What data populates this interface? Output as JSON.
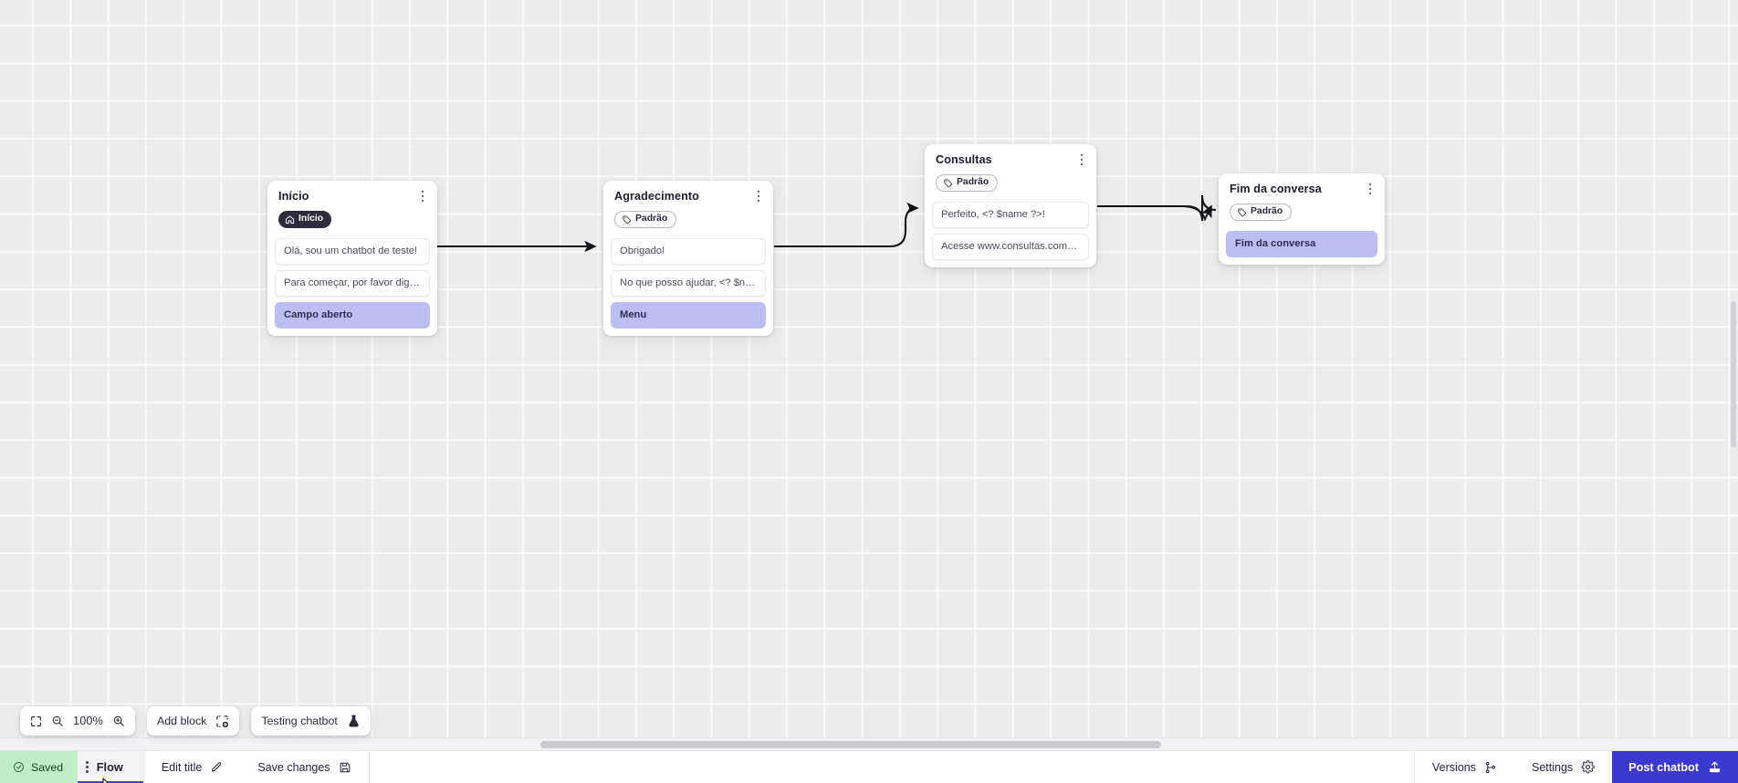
{
  "canvas": {
    "zoom_level": "100%",
    "nodes": [
      {
        "id": "inicio",
        "title": "Início",
        "badge": {
          "label": "Início",
          "icon": "home-icon",
          "style": "dark"
        },
        "messages": [
          {
            "text": "Olá, sou um chatbot de teste!",
            "style": "plain"
          },
          {
            "text": "Para começar, por favor digite o ...",
            "style": "plain"
          },
          {
            "text": "Campo aberto",
            "style": "highlight"
          }
        ]
      },
      {
        "id": "agradecimento",
        "title": "Agradecimento",
        "badge": {
          "label": "Padrão",
          "icon": "tag-icon",
          "style": "outline"
        },
        "messages": [
          {
            "text": "Obrigado!",
            "style": "plain"
          },
          {
            "text": "No que posso ajudar, <? $name ...",
            "style": "plain"
          },
          {
            "text": "Menu",
            "style": "highlight"
          }
        ]
      },
      {
        "id": "consultas",
        "title": "Consultas",
        "badge": {
          "label": "Padrão",
          "icon": "tag-icon",
          "style": "outline"
        },
        "messages": [
          {
            "text": "Perfeito, <? $name ?>!",
            "style": "plain"
          },
          {
            "text": "Acesse www.consultas.com par...",
            "style": "plain"
          }
        ]
      },
      {
        "id": "fim-da-conversa",
        "title": "Fim da conversa",
        "badge": {
          "label": "Padrão",
          "icon": "tag-icon",
          "style": "outline"
        },
        "messages": [
          {
            "text": "Fim da conversa",
            "style": "highlight"
          }
        ]
      }
    ],
    "node_menu_icon": "kebab-menu-icon"
  },
  "toolbar": {
    "fit_view_icon": "fit-screen-icon",
    "zoom_out_icon": "zoom-out-icon",
    "zoom_level": "100%",
    "zoom_in_icon": "zoom-in-icon",
    "add_block_label": "Add block",
    "add_block_icon": "add-block-icon",
    "testing_chatbot_label": "Testing chatbot",
    "testing_chatbot_icon": "flask-icon"
  },
  "statusbar": {
    "saved_label": "Saved",
    "saved_icon": "check-circle-icon",
    "drag_handle_icon": "drag-handle-icon",
    "flow_tab_label": "Flow",
    "edit_title_label": "Edit title",
    "edit_title_icon": "pencil-icon",
    "save_changes_label": "Save changes",
    "save_changes_icon": "floppy-disk-icon",
    "versions_label": "Versions",
    "versions_icon": "branch-icon",
    "settings_label": "Settings",
    "settings_icon": "gear-icon",
    "post_chatbot_label": "Post chatbot",
    "post_chatbot_icon": "upload-icon"
  },
  "colors": {
    "accent_blue": "#3a3ad0",
    "highlight_purple": "#bcbef1",
    "saved_green": "#bfeec9",
    "canvas_bg": "#ececed",
    "badge_dark": "#2c2c3a"
  }
}
